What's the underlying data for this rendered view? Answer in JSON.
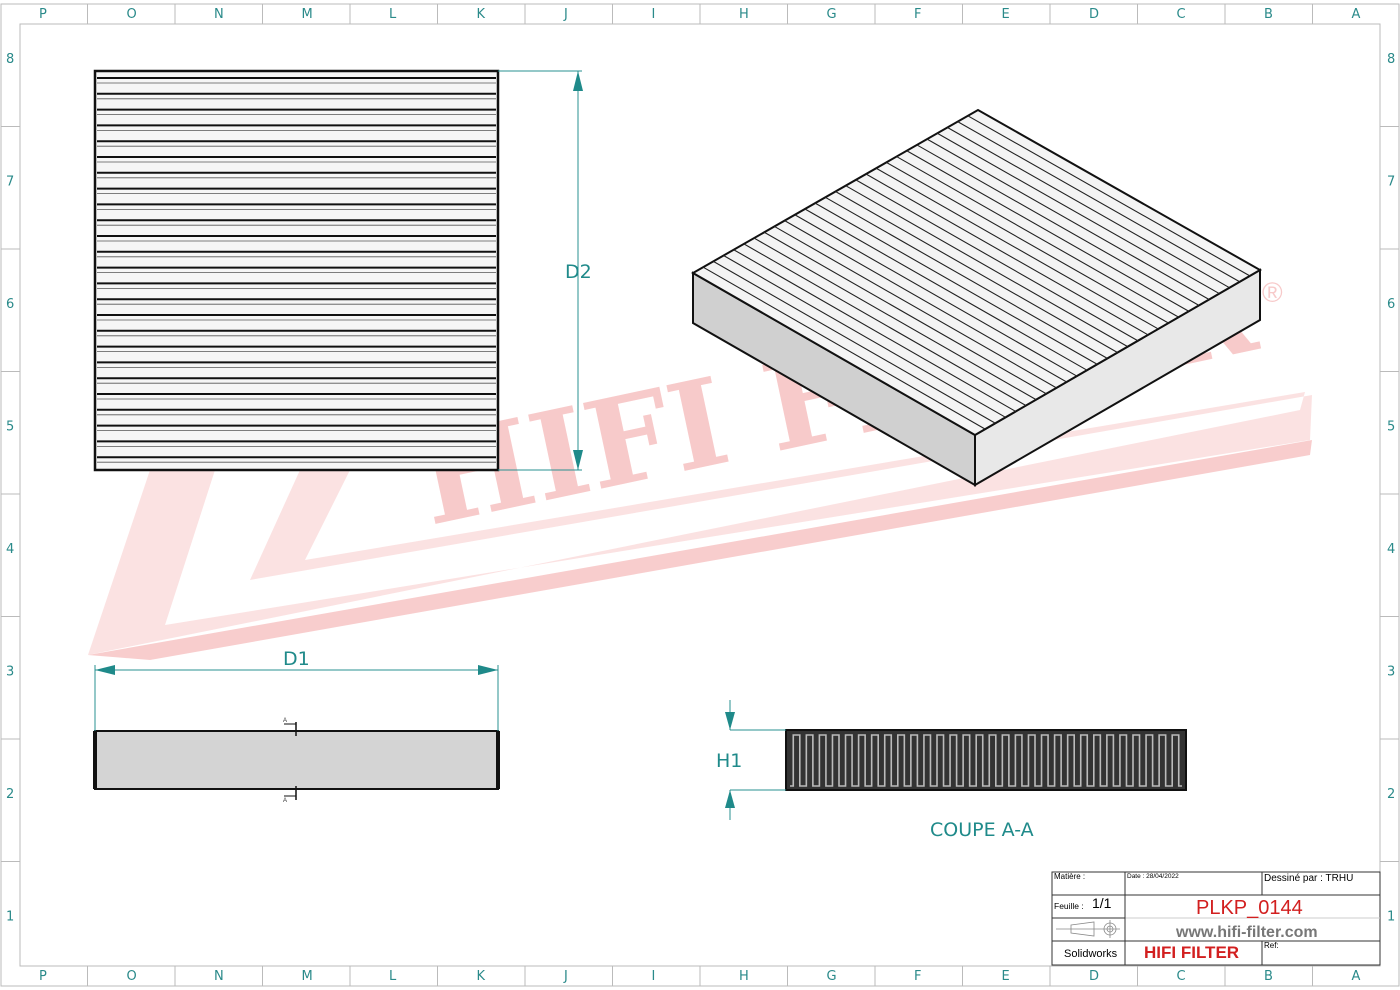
{
  "frame": {
    "columns": [
      "P",
      "O",
      "N",
      "M",
      "L",
      "K",
      "J",
      "I",
      "H",
      "G",
      "F",
      "E",
      "D",
      "C",
      "B",
      "A"
    ],
    "rows": [
      "8",
      "7",
      "6",
      "5",
      "4",
      "3",
      "2",
      "1"
    ]
  },
  "watermark": {
    "text": "HIFI FILTER",
    "registered": "®",
    "color": "#f2a0a0"
  },
  "dimensions": {
    "d1": "D1",
    "d2": "D2",
    "h1": "H1",
    "section_mark": "A"
  },
  "section": {
    "title": "COUPE A-A"
  },
  "title_block": {
    "material_label": "Matière :",
    "date": "Date : 28/04/2022",
    "drawn_by": "Dessiné par : TRHU",
    "sheet_label": "Feuille :",
    "sheet_value": "1/1",
    "part_number": "PLKP_0144",
    "website": "www.hifi-filter.com",
    "software": "Solidworks",
    "brand": "HIFI FILTER",
    "ref_label": "Ref:"
  },
  "colors": {
    "accent": "#2a9090",
    "brand_red": "#d21f1f",
    "face_grey": "#d4d4d4"
  }
}
